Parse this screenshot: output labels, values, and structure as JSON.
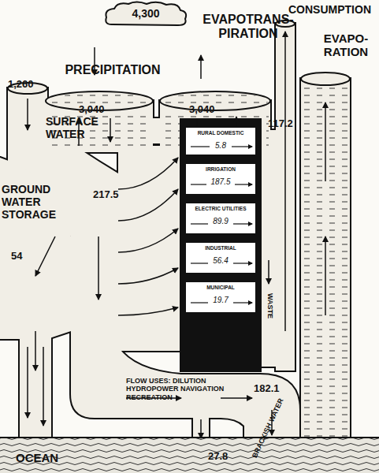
{
  "diagram": {
    "nodes": [
      {
        "text": [
          "4,300"
        ]
      },
      {
        "text": [
          "RURAL DOMESTIC",
          "5.8"
        ]
      },
      {
        "text": [
          "IRRIGATION",
          "187.5"
        ]
      },
      {
        "text": [
          "ELECTRIC UTILITIES",
          "89.9"
        ]
      },
      {
        "text": [
          "INDUSTRIAL",
          "56.4"
        ]
      },
      {
        "text": [
          "MUNICIPAL",
          "19.7"
        ]
      }
    ],
    "labels": [
      "PRECIPITATION",
      "EVAPOTRANS- PIRATION",
      "CONSUMPTION",
      "EVAPO- RATION",
      "1,260",
      "3,040",
      "3,040",
      "117.2",
      "SURFACE WATER",
      "GROUND WATER STORAGE",
      "217.5",
      "54",
      "WASTE",
      "FLOW USES: DILUTION HYDROPOWER NAVIGATION RECREATION",
      "182.1",
      "OCEAN",
      "27.8",
      "BRACKISH WATER"
    ]
  }
}
